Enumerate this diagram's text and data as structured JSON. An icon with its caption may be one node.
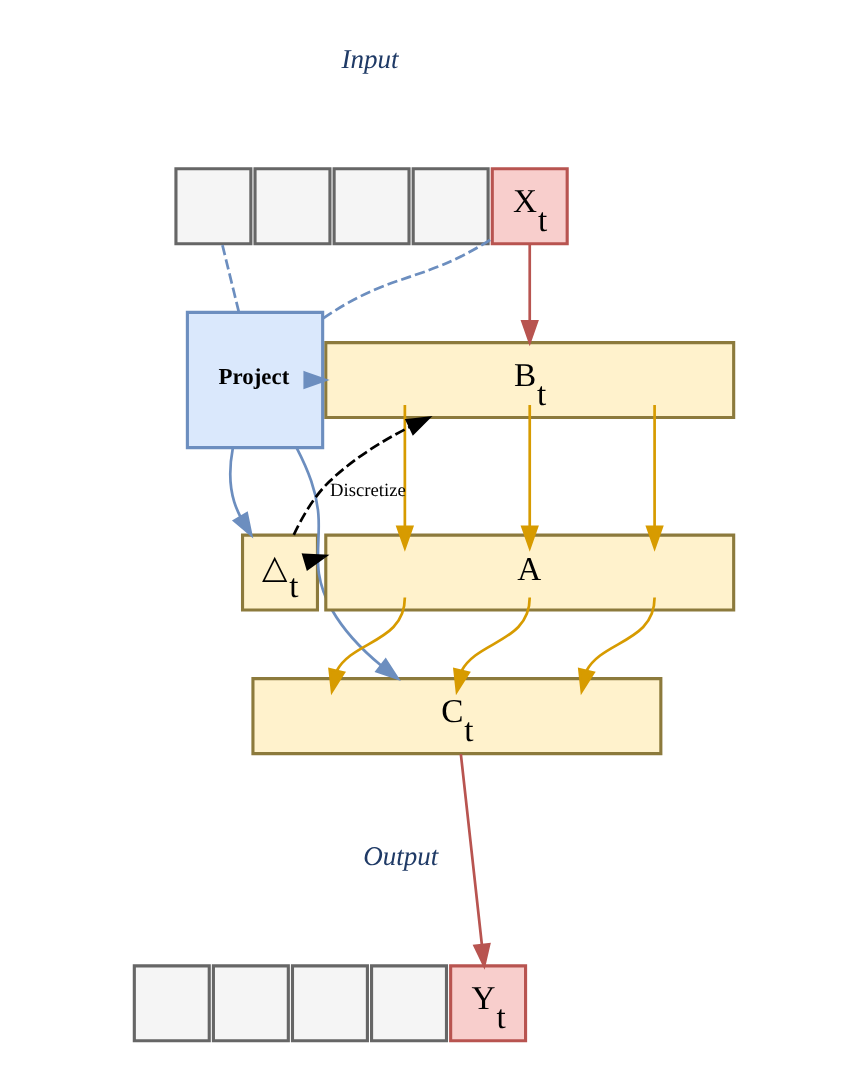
{
  "diagram": {
    "nodes": [
      {
        "text": [],
        "shape": "box"
      },
      {
        "text": [],
        "shape": "box"
      },
      {
        "text": [],
        "shape": "box"
      },
      {
        "text": [],
        "shape": "box"
      },
      {
        "text": [
          "X$_{t}$"
        ]
      },
      {
        "text": [
          "Project"
        ]
      },
      {
        "text": [
          "B$_{t}$"
        ]
      },
      {
        "text": [
          "△$_{t}$"
        ]
      },
      {
        "text": [
          "A"
        ]
      },
      {
        "text": [
          "C$_{t}$"
        ]
      },
      {
        "text": [],
        "shape": "box"
      },
      {
        "text": [],
        "shape": "box"
      },
      {
        "text": [],
        "shape": "box"
      },
      {
        "text": [],
        "shape": "box"
      },
      {
        "text": [
          "Y$_{t}$"
        ]
      }
    ],
    "edges": [
      {
        "from": 5,
        "to": 0,
        "arrow": "none",
        "style": "dashed",
        "color": "#6c8ebf"
      },
      {
        "from": 5,
        "to": 4,
        "arrow": "none",
        "style": "dashed",
        "color": "#6c8ebf"
      },
      {
        "from": 4,
        "to": 6,
        "arrow": "to",
        "color": "#b85450"
      },
      {
        "from": 5,
        "to": 6,
        "arrow": "to",
        "color": "#6c8ebf"
      },
      {
        "from": 5,
        "to": 7,
        "arrow": "to",
        "color": "#6c8ebf"
      },
      {
        "from": 5,
        "to": 9,
        "arrow": "to",
        "color": "#6c8ebf"
      },
      {
        "from": 7,
        "to": 6,
        "arrow": "to",
        "label": "Discretize",
        "style": "dashed",
        "color": "#000000"
      },
      {
        "from": 7,
        "to": 8,
        "arrow": "to",
        "style": "dashed",
        "color": "#000000"
      },
      {
        "from": 6,
        "to": 8,
        "arrow": "to"
      },
      {
        "from": 6,
        "to": 8,
        "arrow": "to"
      },
      {
        "from": 6,
        "to": 8,
        "arrow": "to"
      },
      {
        "from": 8,
        "to": 9,
        "arrow": "to"
      },
      {
        "from": 8,
        "to": 9,
        "arrow": "to"
      },
      {
        "from": 8,
        "to": 9,
        "arrow": "to"
      },
      {
        "from": 9,
        "to": 14,
        "arrow": "to",
        "color": "#b85450"
      }
    ],
    "labels": [
      "Input",
      "Output"
    ]
  }
}
